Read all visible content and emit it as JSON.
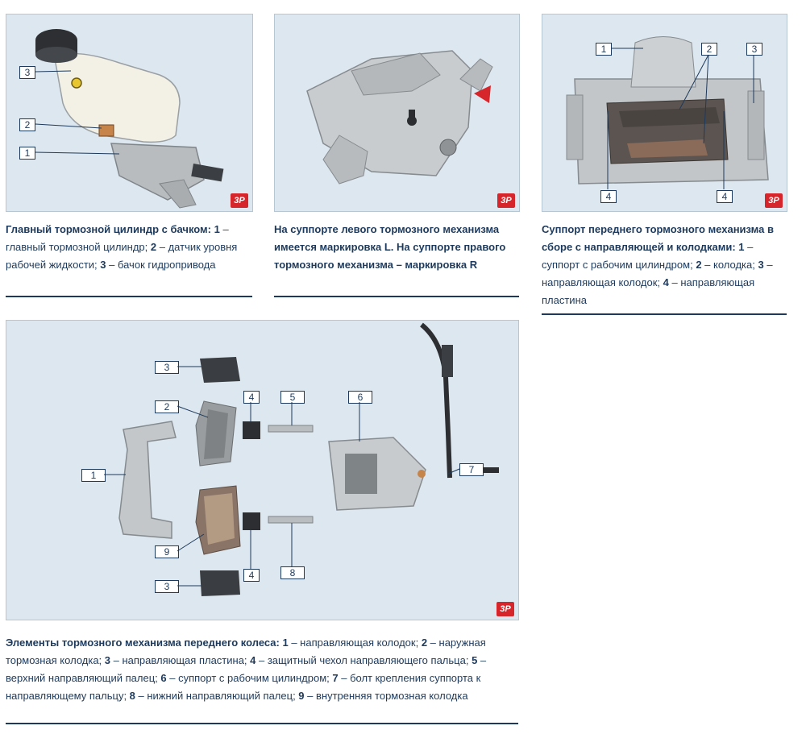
{
  "logo_text": "3P",
  "panel1": {
    "callouts": [
      "3",
      "2",
      "1"
    ],
    "caption_title": "Главный тормозной цилиндр с бачком:",
    "caption_items": [
      {
        "n": "1",
        "t": " – главный тормозной цилиндр; "
      },
      {
        "n": "2",
        "t": " – датчик уровня рабочей жидкости; "
      },
      {
        "n": "3",
        "t": " – бачок гидропривода"
      }
    ]
  },
  "panel2": {
    "caption": "На суппорте левого тормозного механизма имеется маркировка L. На суппорте правого тормозного механизма – маркировка R"
  },
  "panel3": {
    "callouts": [
      "1",
      "2",
      "3",
      "4",
      "4"
    ],
    "caption_title": "Суппорт переднего тормозного механизма в сборе с направляющей и колодками:",
    "caption_items": [
      {
        "n": "1",
        "t": " – суппорт с рабочим цилиндром; "
      },
      {
        "n": "2",
        "t": " – колодка; "
      },
      {
        "n": "3",
        "t": " – направляющая колодок; "
      },
      {
        "n": "4",
        "t": " – направляющая пластина"
      }
    ]
  },
  "panel4": {
    "callouts": [
      "3",
      "2",
      "1",
      "9",
      "3",
      "4",
      "4",
      "5",
      "8",
      "6",
      "7"
    ],
    "caption_title": "Элементы тормозного механизма переднего колеса:",
    "caption_items": [
      {
        "n": "1",
        "t": " – направляющая колодок; "
      },
      {
        "n": "2",
        "t": " – наружная тормозная колодка; "
      },
      {
        "n": "3",
        "t": " – направляющая пластина; "
      },
      {
        "n": "4",
        "t": " – защитный чехол направляющего пальца; "
      },
      {
        "n": "5",
        "t": " – верхний направляющий палец; "
      },
      {
        "n": "6",
        "t": " – суппорт с рабочим цилиндром; "
      },
      {
        "n": "7",
        "t": " – болт крепления суппорта к направляющему пальцу; "
      },
      {
        "n": "8",
        "t": " – нижний направляющий палец; "
      },
      {
        "n": "9",
        "t": " – внутренняя тормозная колодка"
      }
    ]
  }
}
